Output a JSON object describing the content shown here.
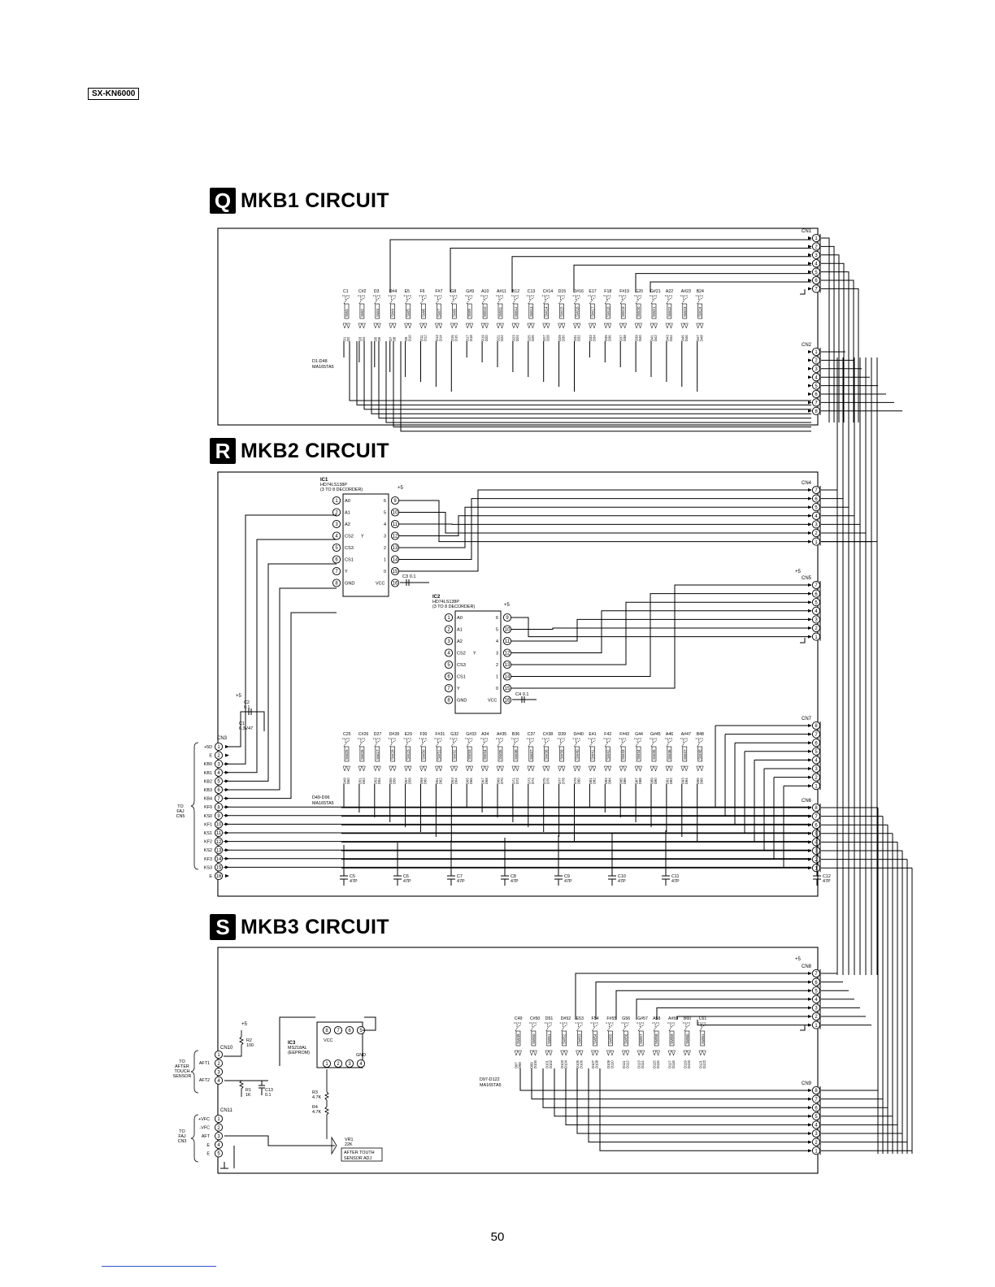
{
  "model": "SX-KN6000",
  "page_number": "50",
  "sections": [
    {
      "badge": "Q",
      "title": "MKB1 CIRCUIT"
    },
    {
      "badge": "R",
      "title": "MKB2 CIRCUIT"
    },
    {
      "badge": "S",
      "title": "MKB3 CIRCUIT"
    }
  ],
  "mkb1": {
    "connectors": {
      "cn1": "CN1",
      "cn2": "CN2"
    },
    "diode_label": {
      "range": "D1-D48",
      "part": "MA165TA5"
    },
    "notes": [
      "C1",
      "C#2",
      "D3",
      "D#4",
      "E5",
      "F6",
      "F#7",
      "G8",
      "G#9",
      "A10",
      "A#11",
      "B12",
      "C13",
      "C#14",
      "D15",
      "D#16",
      "E17",
      "F18",
      "F#19",
      "G20",
      "G#21",
      "A22",
      "A#23",
      "B24"
    ],
    "switch_start": 1
  },
  "mkb2": {
    "connectors": {
      "cn3": "CN3",
      "cn4": "CN4",
      "cn5": "CN5",
      "cn6": "CN6",
      "cn7": "CN7"
    },
    "ic1": {
      "ref": "IC1",
      "part": "HD74LS138P",
      "desc": "(3 TO 8 DECORDER)"
    },
    "ic2": {
      "ref": "IC2",
      "part": "HD74LS138P",
      "desc": "(3 TO 8 DECORDER)"
    },
    "ic_left_pins": [
      "A0",
      "A1",
      "A2",
      "CS2",
      "CS3",
      "CS1",
      "Y",
      "GND"
    ],
    "ic_right_pin_nums": [
      "6",
      "5",
      "4",
      "3",
      "2",
      "1",
      "0",
      ""
    ],
    "ic_right_pin_circles": [
      "9",
      "10",
      "11",
      "12",
      "13",
      "14",
      "15",
      "16"
    ],
    "ic_vcc": "VCC",
    "ic_y": "Y",
    "plus5": "+5",
    "c3": {
      "ref": "C3",
      "value": "0.1"
    },
    "c4": {
      "ref": "C4",
      "value": "0.1"
    },
    "c2": {
      "ref": "C2",
      "value": "0.1"
    },
    "c1": {
      "ref": "C1",
      "value": "6.3V47"
    },
    "cn3_pins": [
      "+5D",
      "E",
      "KB0",
      "KB1",
      "KB2",
      "KB3",
      "KB4",
      "KF0",
      "KS0",
      "KF1",
      "KS1",
      "KF2",
      "KS2",
      "KF3",
      "KS3",
      "E"
    ],
    "to_label": [
      "TO",
      "FAJ",
      "CN5"
    ],
    "diode_label": {
      "range": "D49-D96",
      "part": "MA165TA5"
    },
    "notes": [
      "C25",
      "C#26",
      "D27",
      "D#28",
      "E29",
      "F30",
      "F#31",
      "G32",
      "G#33",
      "A34",
      "A#35",
      "B36",
      "C37",
      "C#38",
      "D39",
      "D#40",
      "E41",
      "F42",
      "F#43",
      "G44",
      "G#45",
      "A46",
      "A#47",
      "B48"
    ],
    "switch_start": 25,
    "caps": [
      {
        "ref": "C5",
        "value": "47P"
      },
      {
        "ref": "C6",
        "value": "47P"
      },
      {
        "ref": "C7",
        "value": "47P"
      },
      {
        "ref": "C8",
        "value": "47P"
      },
      {
        "ref": "C9",
        "value": "47P"
      },
      {
        "ref": "C10",
        "value": "47P"
      },
      {
        "ref": "C11",
        "value": "47P"
      },
      {
        "ref": "C12",
        "value": "47P"
      }
    ]
  },
  "mkb3": {
    "connectors": {
      "cn8": "CN8",
      "cn9": "CN9",
      "cn10": "CN10",
      "cn11": "CN11"
    },
    "ic3": {
      "ref": "IC3",
      "part": "MS218AL",
      "desc": "(EEPROM)"
    },
    "ic3_pins": {
      "vcc": "VCC",
      "gnd": "GND"
    },
    "r2": {
      "ref": "R2",
      "value": "100"
    },
    "r1": {
      "ref": "R1",
      "value": "1K"
    },
    "c13": {
      "ref": "C13",
      "value": "0.1"
    },
    "r3": {
      "ref": "R3",
      "value": "4.7K"
    },
    "r4": {
      "ref": "R4",
      "value": "4.7K"
    },
    "vr1": {
      "ref": "VR1",
      "value": "22K"
    },
    "adj_label": [
      "AFTER TOUTH",
      "SENSOR ADJ"
    ],
    "cn10_pins": [
      "AFT1",
      "AFT2"
    ],
    "cn11_pins": [
      "+VFC",
      "-VFC",
      "AFT",
      "E",
      "E"
    ],
    "to_sensor": [
      "TO",
      "AFTER",
      "TOUCH",
      "SENSOR"
    ],
    "to_faj": [
      "TO",
      "FAJ",
      "CN3"
    ],
    "plus5": "+5",
    "diode_label": {
      "range": "D97-D122",
      "part": "MA165TA5"
    },
    "notes": [
      "C49",
      "C#50",
      "D51",
      "D#52",
      "E53",
      "F54",
      "F#55",
      "G56",
      "G#57",
      "A58",
      "A#59",
      "B60",
      "C61"
    ],
    "switch_start": 49
  }
}
